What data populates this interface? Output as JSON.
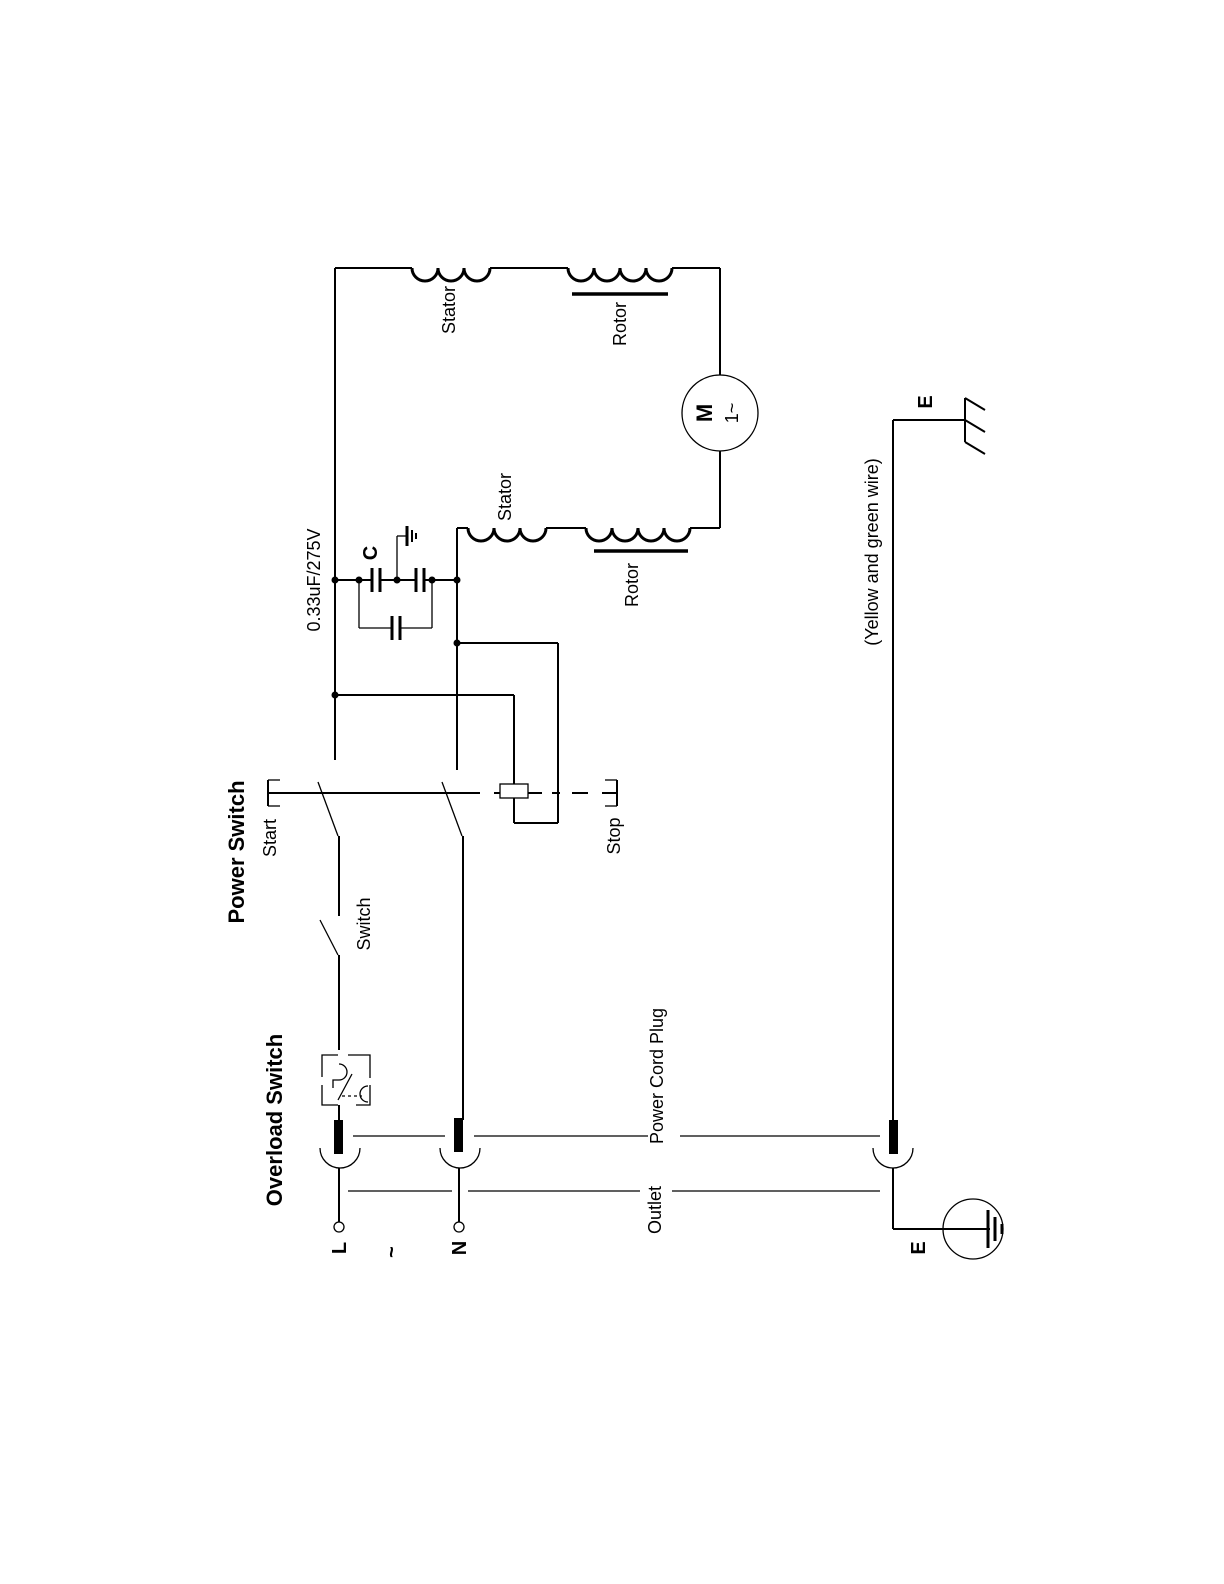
{
  "diagram": {
    "title": "Motor wiring diagram",
    "labels": {
      "power_switch": "Power Switch",
      "overload_switch": "Overload Switch",
      "start": "Start",
      "stop": "Stop",
      "switch": "Switch",
      "power_cord_plug": "Power Cord Plug",
      "outlet": "Outlet",
      "capacitor_rating": "0.33uF/275V",
      "capacitor": "C",
      "stator_1": "Stator",
      "rotor_1": "Rotor",
      "stator_2": "Stator",
      "rotor_2": "Rotor",
      "motor_m": "M",
      "motor_phase": "1~",
      "earth_wire": "(Yellow and green wire)",
      "earth_top": "E",
      "earth_bottom": "E",
      "line": "L",
      "neutral": "N",
      "ac_symbol": "~"
    },
    "terminals": [
      "L",
      "N",
      "E"
    ],
    "components": [
      "Overload Switch",
      "Switch",
      "Power Switch (Start/Stop)",
      "Capacitor C 0.33uF/275V",
      "Stator",
      "Rotor",
      "Stator",
      "Rotor",
      "Motor M 1~",
      "Earth"
    ]
  }
}
